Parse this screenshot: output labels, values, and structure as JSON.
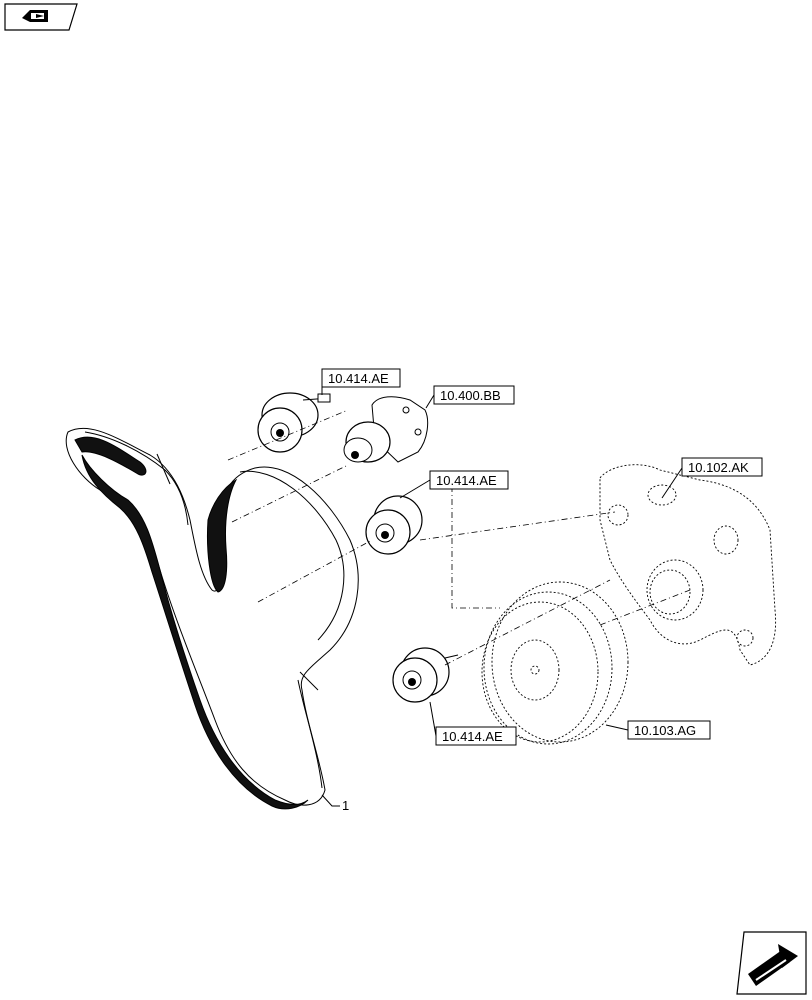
{
  "navigation": {
    "prev_icon": "arrow-back-icon",
    "next_icon": "arrow-forward-icon"
  },
  "callouts": {
    "idler_pulley_top": "10.414.AE",
    "tensioner": "10.400.BB",
    "idler_pulley_mid": "10.414.AE",
    "front_cover": "10.102.AK",
    "idler_pulley_low": "10.414.AE",
    "damper": "10.103.AG",
    "belt_item": "1"
  }
}
